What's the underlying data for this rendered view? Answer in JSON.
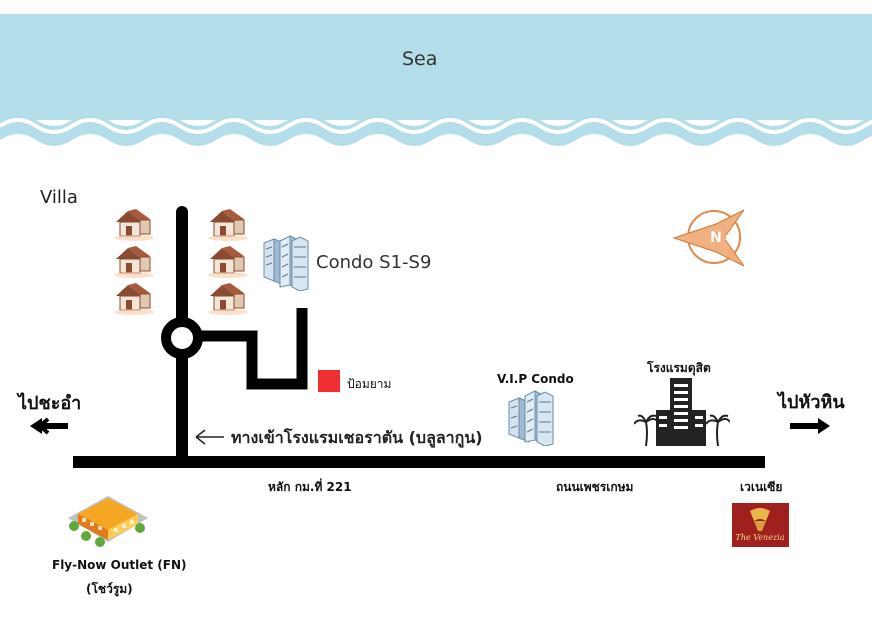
{
  "sea": {
    "label": "Sea"
  },
  "labels": {
    "villa": "Villa",
    "condo_s": "Condo S1-S9",
    "guard_post": "ป้อมยาม",
    "vip_condo": "V.I.P Condo",
    "hotel": "โรงแรมดุสิต",
    "to_cha_am": "ไปชะอำ",
    "to_hua_hin": "ไปหัวหิน",
    "entrance": "ทางเข้าโรงแรมเชอราตัน (บลูลากูน)",
    "km_marker": "หลัก กม.ที่ 221",
    "phetkasem_road": "ถนนเพชรเกษม",
    "venezia": "เวเนเซีย",
    "outlet_line1": "Fly-Now Outlet (FN)",
    "outlet_line2": "(โชว์รูม)",
    "compass_letter": "N"
  },
  "colors": {
    "sea": "#b3dde8",
    "road": "#000000",
    "guard_marker": "#f03030",
    "house_roof": "#8b4a32",
    "compass": "#e08a4a",
    "venezia_bg": "#a02020"
  },
  "icons": {
    "houses": "house-icon",
    "condo": "building-icon",
    "hotel": "hotel-tower-icon",
    "outlet": "shop-building-icon",
    "compass": "compass-icon",
    "venezia_logo": "venezia-logo-icon"
  }
}
